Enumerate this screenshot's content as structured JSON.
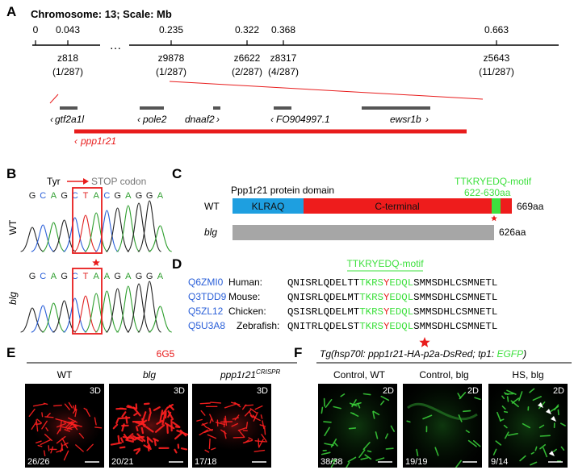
{
  "panelA": {
    "letter": "A",
    "title": "Chromosome: 13; Scale: Mb",
    "ruler": [
      {
        "pos": "0",
        "marker": "",
        "ratio": ""
      },
      {
        "pos": "0.043",
        "marker": "z818",
        "ratio": "(1/287)"
      },
      {
        "pos": "0.235",
        "marker": "z9878",
        "ratio": "(1/287)"
      },
      {
        "pos": "0.322",
        "marker": "z6622",
        "ratio": "(2/287)"
      },
      {
        "pos": "0.368",
        "marker": "z8317",
        "ratio": "(4/287)"
      },
      {
        "pos": "0.663",
        "marker": "z5643",
        "ratio": "(11/287)"
      }
    ],
    "ellipsis": "…",
    "genes": [
      "gtf2a1l",
      "pole2",
      "dnaaf2",
      "FO904997.1",
      "ewsr1b"
    ],
    "target_gene": "ppp1r21"
  },
  "panelB": {
    "letter": "B",
    "tyr": "Tyr",
    "stop": "STOP codon",
    "wt_label": "WT",
    "blg_label": "blg",
    "wt_seq": [
      "G",
      "C",
      "A",
      "G",
      "C",
      "T",
      "A",
      "C",
      "G",
      "A",
      "G",
      "G",
      "A"
    ],
    "blg_seq": [
      "G",
      "C",
      "A",
      "G",
      "C",
      "T",
      "A",
      "A",
      "G",
      "A",
      "G",
      "G",
      "A"
    ],
    "base_colors": {
      "A": "#2e9e2e",
      "C": "#2a5fd8",
      "G": "#222222",
      "T": "#e02020"
    }
  },
  "panelC": {
    "letter": "C",
    "heading": "Ppp1r21 protein domain",
    "motif_title": "TTKRYEDQ-motif",
    "motif_range": "622-630aa",
    "wt_label": "WT",
    "blg_label": "blg",
    "domain1": "KLRAQ",
    "domain2": "C-terminal",
    "wt_length": "669aa",
    "blg_length": "626aa",
    "colors": {
      "klraq": "#1e9fe0",
      "cterm": "#ee1c1c",
      "motif": "#3ee03e",
      "blg": "#a6a6a6"
    }
  },
  "panelD": {
    "letter": "D",
    "motif_label": "TTKRYEDQ-motif",
    "rows": [
      {
        "acc": "Q6ZMI0",
        "species": "Human:",
        "pre": "QNISRLQDELTT",
        "m1": "TKRS",
        "y": "Y",
        "m2": "EDQL",
        "post": "SMMSDHLCSMNETL"
      },
      {
        "acc": "Q3TDD9",
        "species": "Mouse:",
        "pre": "QNISRLQDELMT",
        "m1": "TKRS",
        "y": "Y",
        "m2": "EDQL",
        "post": "SMMSDHLCSMNETL"
      },
      {
        "acc": "Q5ZL12",
        "species": "Chicken:",
        "pre": "QSISRLQDELMT",
        "m1": "TKRS",
        "y": "Y",
        "m2": "EDQL",
        "post": "SMMSDHLCSMNETL"
      },
      {
        "acc": "Q5U3A8",
        "species": "Zebrafish:",
        "pre": "QNITRLQDELST",
        "m1": "TKRS",
        "y": "Y",
        "m2": "EDQL",
        "post": "SMMSDHLCSMNETL"
      }
    ]
  },
  "panelE": {
    "letter": "E",
    "stain": "6G5",
    "conditions": [
      {
        "label": "WT",
        "count": "26/26",
        "view": "3D"
      },
      {
        "label": "blg",
        "count": "20/21",
        "view": "3D"
      },
      {
        "label": "ppp1r21",
        "sup": "CRISPR",
        "count": "17/18",
        "view": "3D"
      }
    ]
  },
  "panelF": {
    "letter": "F",
    "construct_pre": "Tg(hsp70l: ppp1r21-HA-p2a-DsRed; tp1: ",
    "construct_egfp": "EGFP",
    "construct_post": ")",
    "conditions": [
      {
        "label": "Control, WT",
        "count": "38/38",
        "view": "2D"
      },
      {
        "label": "Control, blg",
        "count": "19/19",
        "view": "2D"
      },
      {
        "label": "HS, blg",
        "count": "9/14",
        "view": "2D"
      }
    ]
  }
}
